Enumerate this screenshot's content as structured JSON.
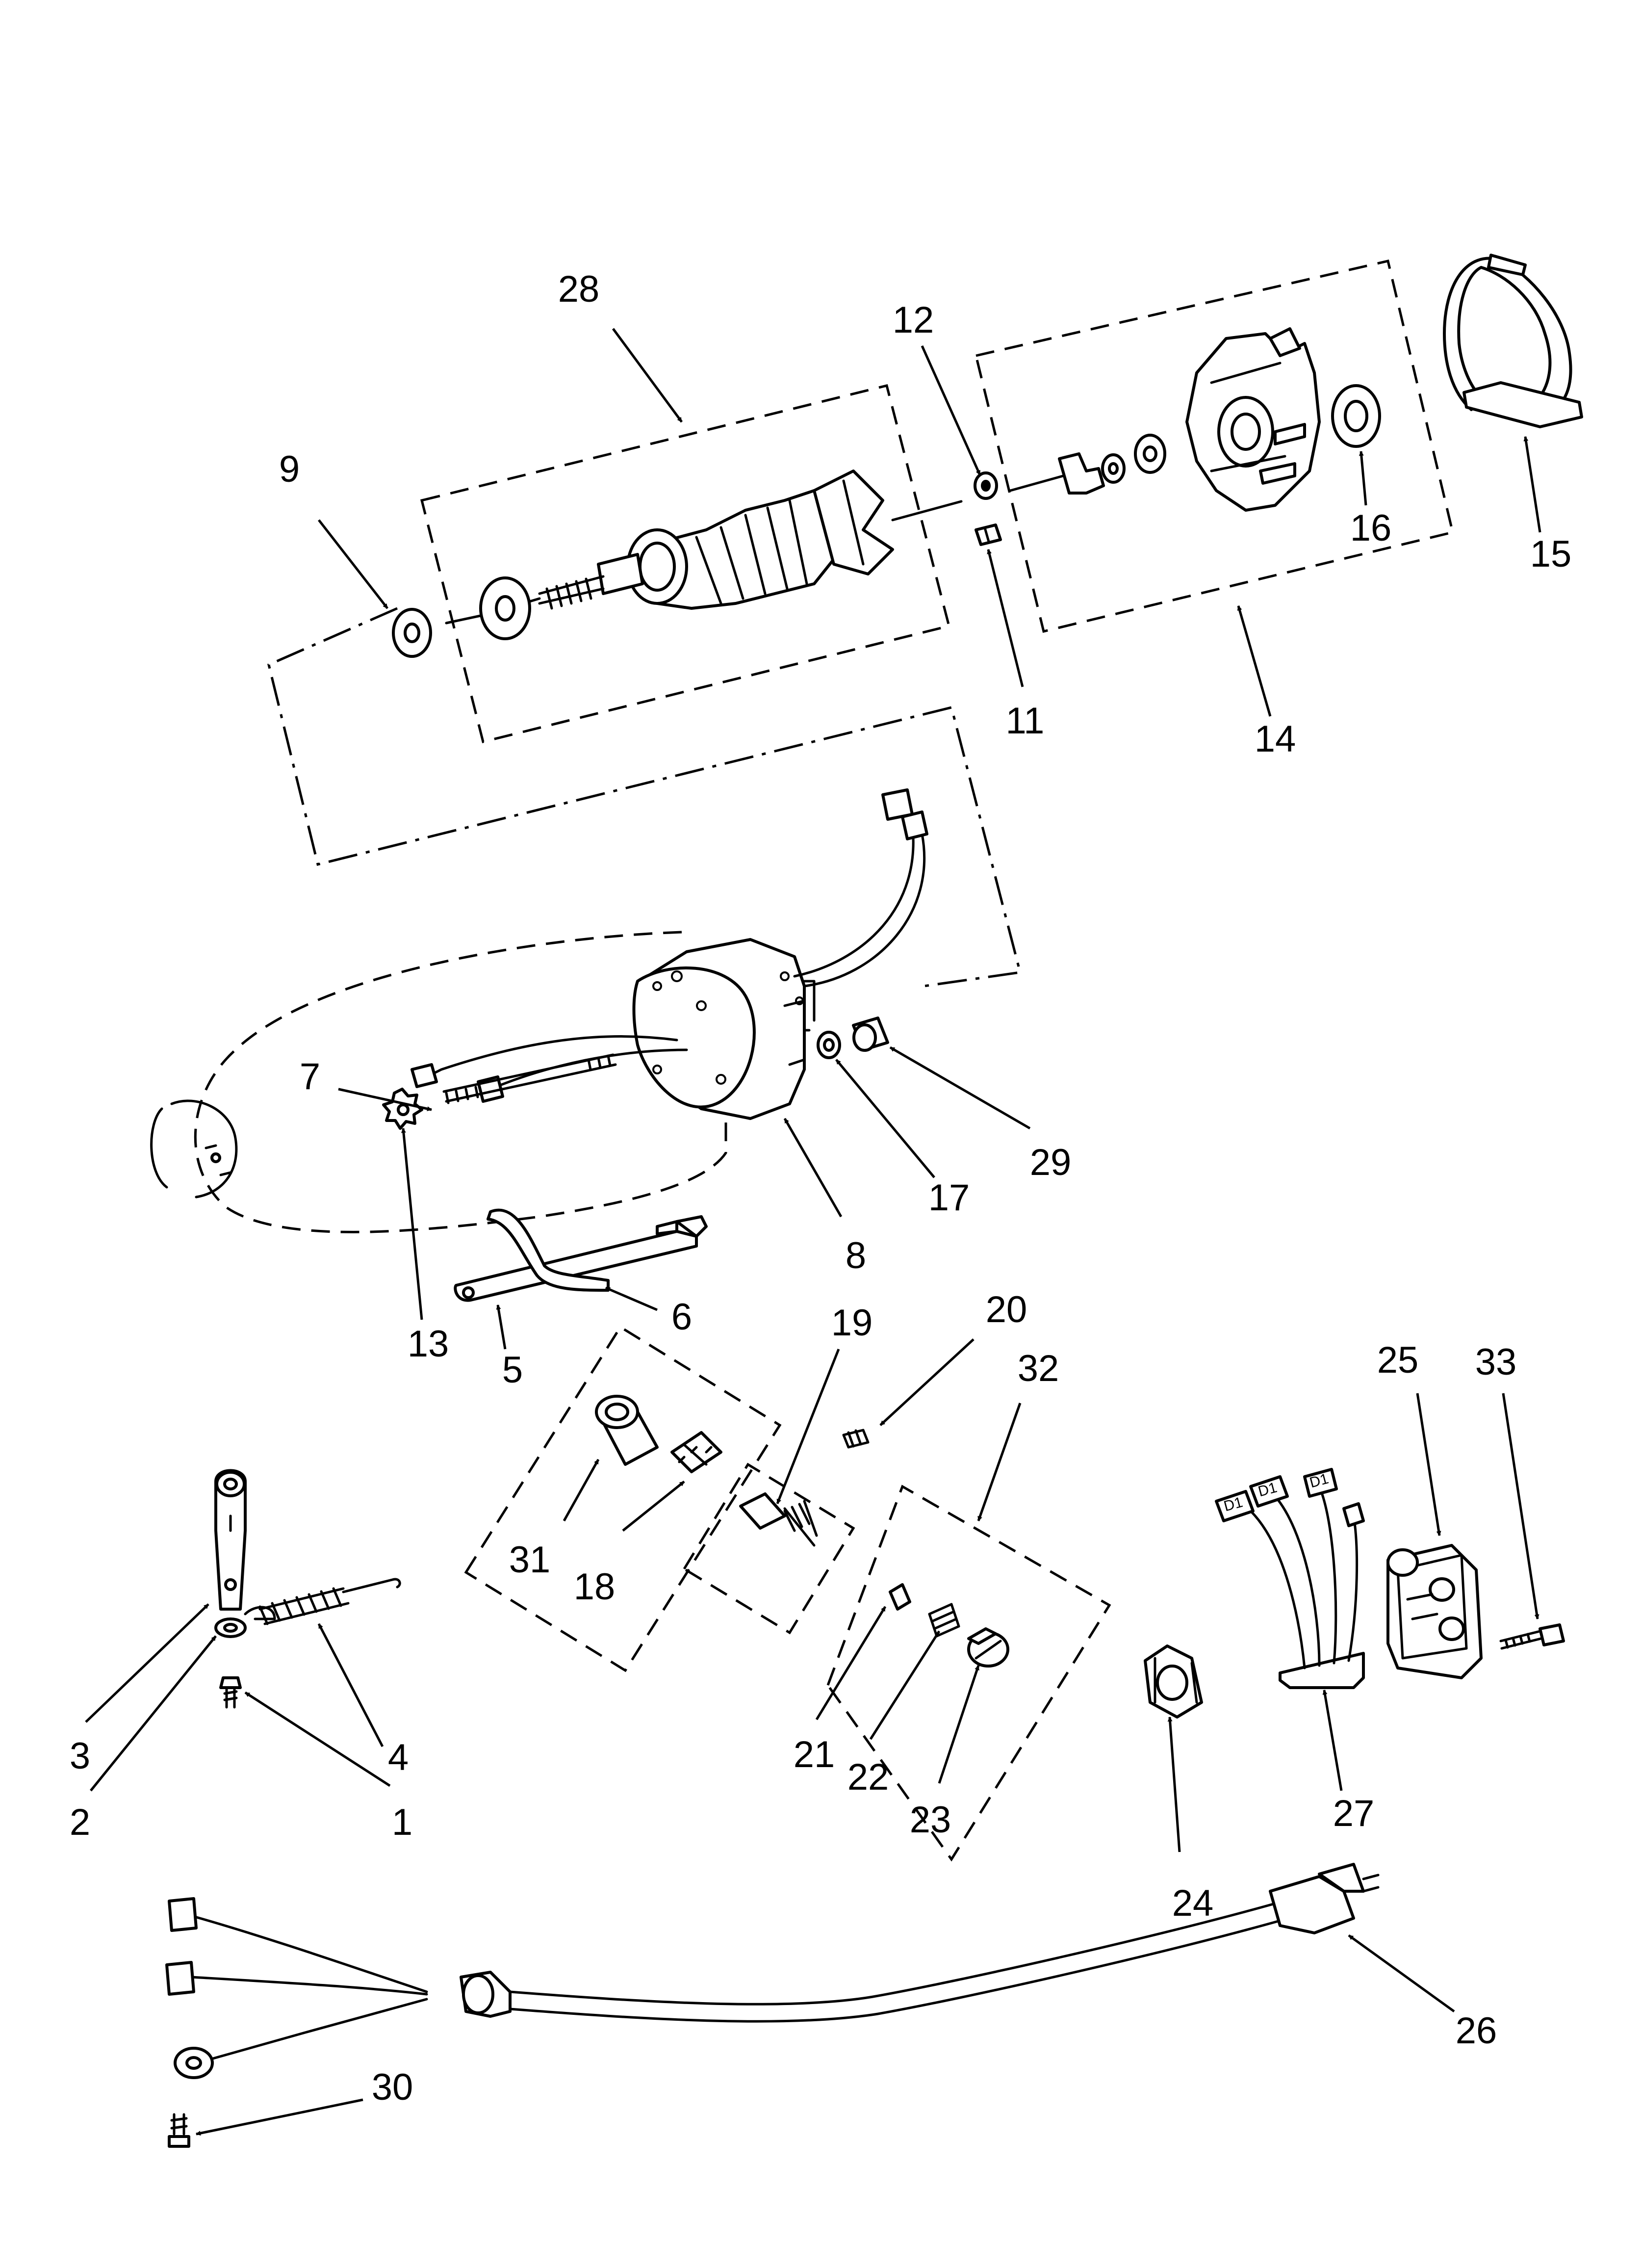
{
  "callouts": [
    {
      "id": "c1",
      "text": "1"
    },
    {
      "id": "c2",
      "text": "2"
    },
    {
      "id": "c3",
      "text": "3"
    },
    {
      "id": "c4",
      "text": "4"
    },
    {
      "id": "c5",
      "text": "5"
    },
    {
      "id": "c6",
      "text": "6"
    },
    {
      "id": "c7",
      "text": "7"
    },
    {
      "id": "c8",
      "text": "8"
    },
    {
      "id": "c9",
      "text": "9"
    },
    {
      "id": "c11",
      "text": "11"
    },
    {
      "id": "c12",
      "text": "12"
    },
    {
      "id": "c13",
      "text": "13"
    },
    {
      "id": "c14",
      "text": "14"
    },
    {
      "id": "c15",
      "text": "15"
    },
    {
      "id": "c16",
      "text": "16"
    },
    {
      "id": "c17",
      "text": "17"
    },
    {
      "id": "c18",
      "text": "18"
    },
    {
      "id": "c19",
      "text": "19"
    },
    {
      "id": "c20",
      "text": "20"
    },
    {
      "id": "c21",
      "text": "21"
    },
    {
      "id": "c22",
      "text": "22"
    },
    {
      "id": "c23",
      "text": "23"
    },
    {
      "id": "c24",
      "text": "24"
    },
    {
      "id": "c25",
      "text": "25"
    },
    {
      "id": "c26",
      "text": "26"
    },
    {
      "id": "c27",
      "text": "27"
    },
    {
      "id": "c28",
      "text": "28"
    },
    {
      "id": "c29",
      "text": "29"
    },
    {
      "id": "c30",
      "text": "30"
    },
    {
      "id": "c31",
      "text": "31"
    },
    {
      "id": "c32",
      "text": "32"
    },
    {
      "id": "c33",
      "text": "33"
    }
  ],
  "terminal_marks": {
    "d1_a": "D1",
    "d1_b": "D1",
    "d1_c": "D1"
  }
}
